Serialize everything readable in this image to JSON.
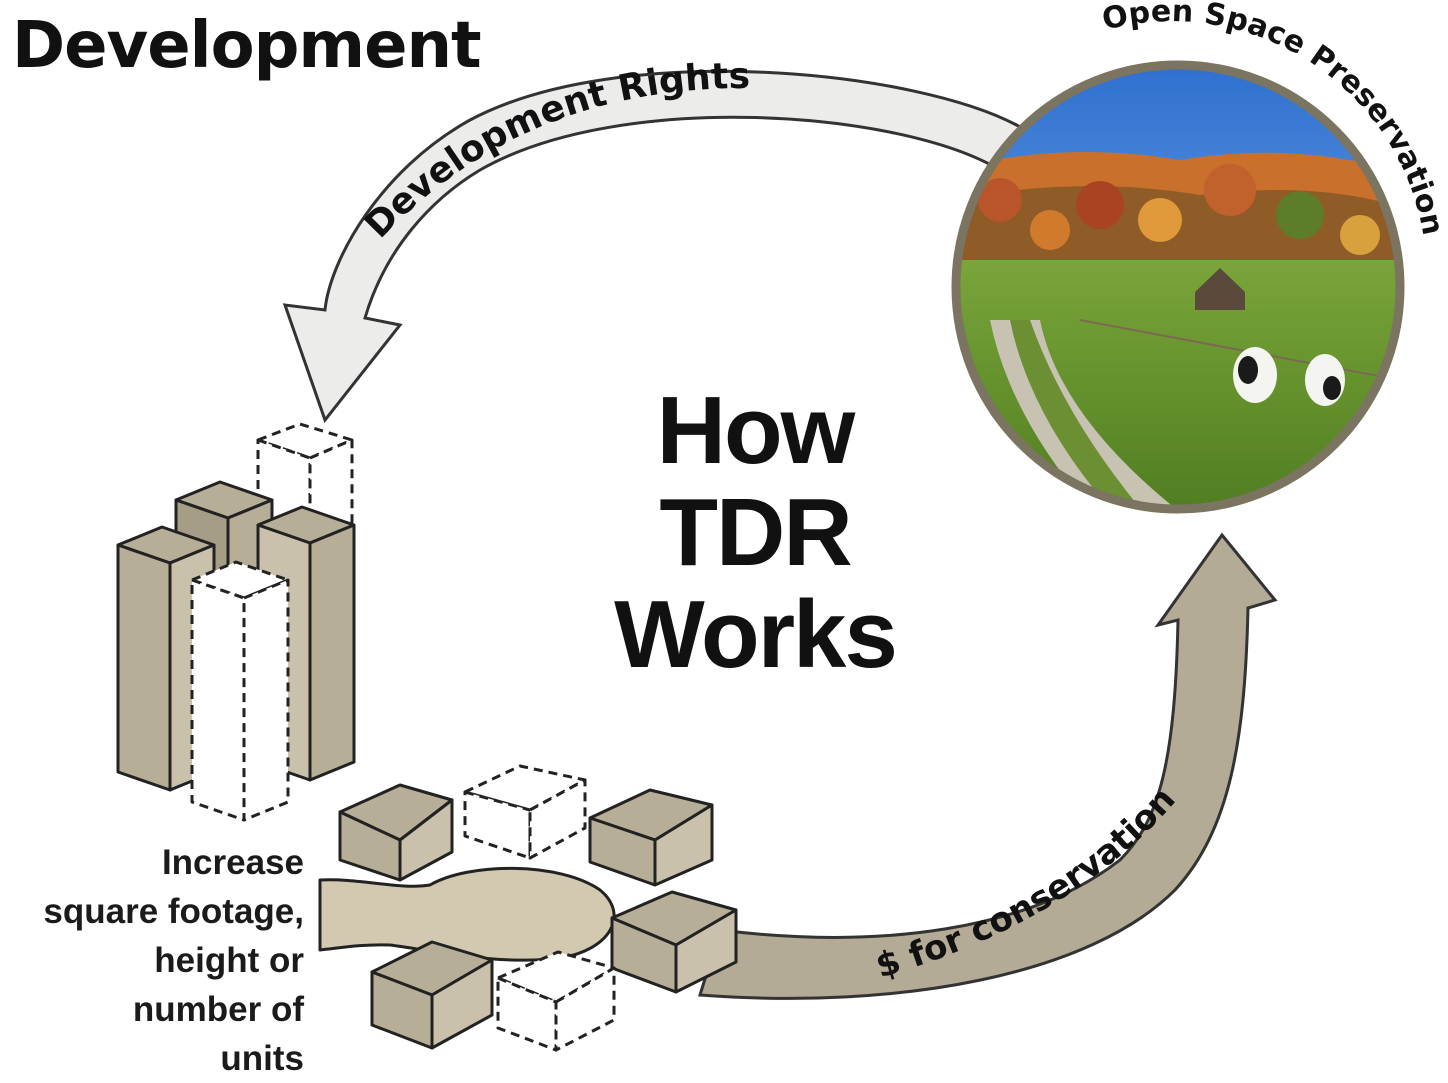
{
  "header": {
    "title": "Development"
  },
  "center": {
    "lines": [
      "How",
      "TDR",
      "Works"
    ]
  },
  "arrows": {
    "top_label": "Development Rights",
    "bottom_label": "$ for conservation"
  },
  "photo": {
    "arc_label": "Open Space Preservation"
  },
  "caption": {
    "lines": [
      "Increase",
      "square footage,",
      "height or",
      "number of",
      "units"
    ]
  },
  "colors": {
    "building_fill": "#b7ae97",
    "arrow_light": "#ececea",
    "arrow_dark": "#b3ab95",
    "photo_frame": "#7a7461"
  }
}
